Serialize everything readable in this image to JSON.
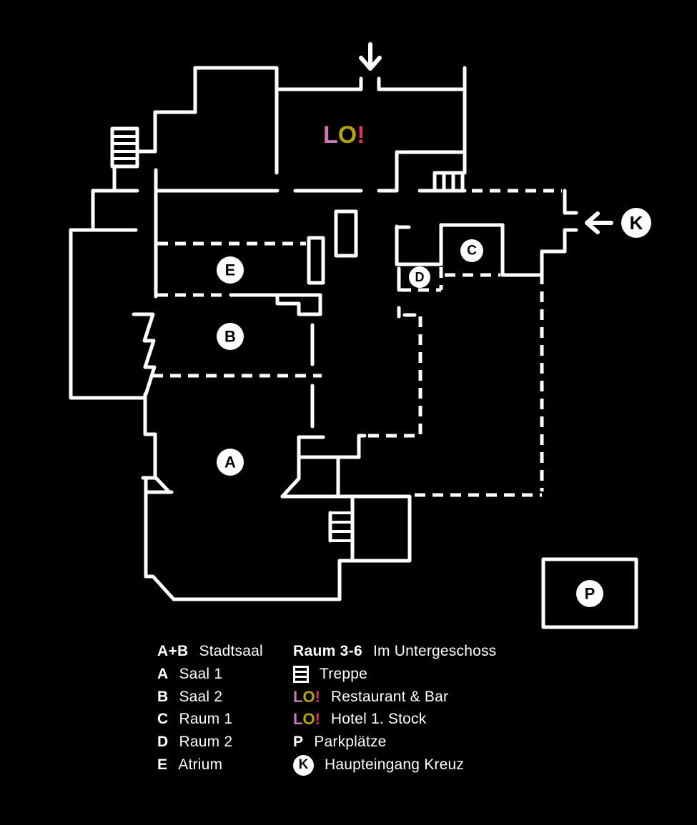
{
  "logo": {
    "l": "L",
    "o": "O",
    "bang": "!"
  },
  "colors": {
    "background": "#000000",
    "line": "#ffffff",
    "logo_l": "#c87ab2",
    "logo_o": "#b2a40e",
    "logo_bang": "#e63450"
  },
  "map": {
    "circles": [
      {
        "letter": "A"
      },
      {
        "letter": "B"
      },
      {
        "letter": "C"
      },
      {
        "letter": "D"
      },
      {
        "letter": "E"
      },
      {
        "letter": "P"
      }
    ],
    "entrance_letter": "K"
  },
  "legend": {
    "left": [
      {
        "key": "A+B",
        "label": "Stadtsaal"
      },
      {
        "key": "A",
        "label": "Saal 1"
      },
      {
        "key": "B",
        "label": "Saal 2"
      },
      {
        "key": "C",
        "label": "Raum 1"
      },
      {
        "key": "D",
        "label": "Raum 2"
      },
      {
        "key": "E",
        "label": "Atrium"
      }
    ],
    "right": [
      {
        "key": "Raum 3-6",
        "label": "Im Untergeschoss"
      },
      {
        "key": "stairs-icon",
        "label": "Treppe"
      },
      {
        "key": "LO!",
        "label": "Restaurant & Bar"
      },
      {
        "key": "LO!",
        "label": "Hotel 1. Stock"
      },
      {
        "key": "P",
        "label": "Parkplätze"
      },
      {
        "key": "K",
        "label": "Haupteingang Kreuz"
      }
    ]
  }
}
